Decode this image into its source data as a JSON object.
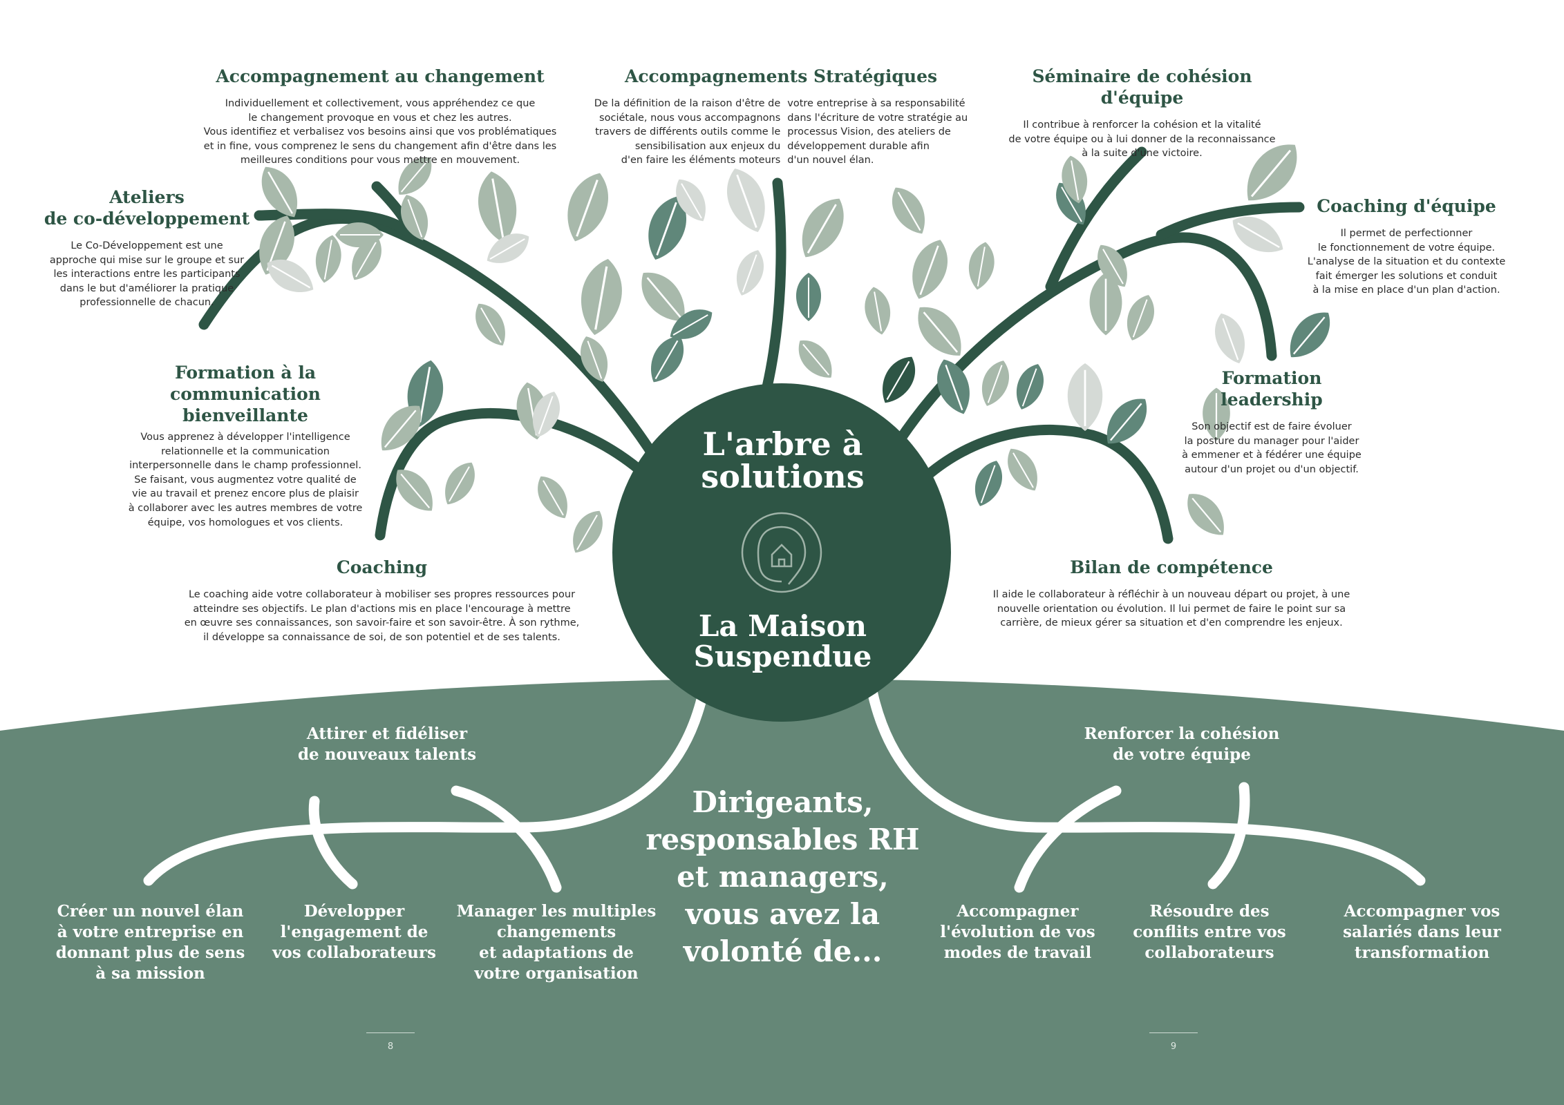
{
  "colors": {
    "dark_green": "#2e5545",
    "ground_green": "#658777",
    "leaf_light": "#a8b9ab",
    "leaf_mid": "#60877a",
    "leaf_pale": "#d5dad6",
    "white": "#ffffff"
  },
  "center": {
    "title": "L'arbre à\nsolutions",
    "logo_icon": "house-spiral-logo-icon",
    "brand": "La Maison\nSuspendue"
  },
  "services": {
    "changement": {
      "title": "Accompagnement au changement",
      "text": "Individuellement et collectivement, vous appréhendez ce que\nle changement provoque en vous et chez les autres.\nVous identifiez et verbalisez vos besoins ainsi que vos problématiques\net in fine, vous comprenez le sens du changement afin d'être dans les\nmeilleures conditions pour vous mettre en mouvement."
    },
    "strategiques": {
      "title": "Accompagnements Stratégiques",
      "text_left": "De la définition de la raison d'être de\nsociétale, nous vous accompagnons\ntravers de différents outils comme le\nsensibilisation aux enjeux du\nd'en faire les éléments moteurs",
      "text_right": "votre entreprise à sa responsabilité\ndans l'écriture de votre stratégie au\nprocessus Vision, des ateliers de\ndéveloppement durable afin\nd'un nouvel élan."
    },
    "seminaire": {
      "title": "Séminaire de cohésion d'équipe",
      "text": "Il contribue à renforcer la cohésion et la vitalité\nde votre équipe ou à lui donner de la reconnaissance\nà la suite d'une victoire."
    },
    "ateliers": {
      "title": "Ateliers\nde co-développement",
      "text": "Le Co-Développement est une\napproche qui mise sur le groupe et sur\nles interactions entre les participants\ndans le but d'améliorer la pratique\nprofessionnelle de chacun."
    },
    "coaching_equipe": {
      "title": "Coaching d'équipe",
      "text": "Il permet de perfectionner\nle fonctionnement de votre équipe.\nL'analyse de la situation et du contexte\nfait émerger les solutions et conduit\nà la mise en place d'un plan d'action."
    },
    "communication": {
      "title": "Formation à la\ncommunication bienveillante",
      "text": "Vous apprenez à développer l'intelligence\nrelationnelle et la communication\ninterpersonnelle dans le champ professionnel.\nSe faisant, vous augmentez votre qualité de\nvie au travail et prenez encore plus de plaisir\nà collaborer avec les autres membres de votre\néquipe, vos homologues et vos clients."
    },
    "leadership": {
      "title": "Formation leadership",
      "text": "Son objectif est de faire évoluer\nla posture du manager pour l'aider\nà emmener et à fédérer une équipe\nautour d'un projet ou d'un objectif."
    },
    "coaching": {
      "title": "Coaching",
      "text": "Le coaching aide votre collaborateur à mobiliser ses propres ressources pour\natteindre ses objectifs. Le plan d'actions mis en place l'encourage à mettre\nen œuvre ses connaissances, son savoir-faire et son savoir-être. À son rythme,\nil développe sa connaissance de soi, de son potentiel et de ses talents."
    },
    "bilan": {
      "title": "Bilan de compétence",
      "text": "Il aide le collaborateur à réfléchir à un nouveau départ ou projet, à une\nnouvelle orientation ou évolution. Il lui permet de faire le point sur sa\ncarrière, de mieux gérer sa situation et d'en comprendre les enjeux."
    }
  },
  "audience": "Dirigeants,\nresponsables RH\net managers,\nvous avez la\nvolonté de...",
  "goals": {
    "attirer": "Attirer et fidéliser\nde nouveaux talents",
    "renforcer": "Renforcer la cohésion\nde votre équipe",
    "creer": "Créer un nouvel élan\nà votre entreprise en\ndonnant plus de sens\nà sa mission",
    "developper": "Développer\nl'engagement de\nvos collaborateurs",
    "manager": "Manager les multiples\nchangements\net adaptations de\nvotre organisation",
    "evolution": "Accompagner\nl'évolution de vos\nmodes de travail",
    "conflits": "Résoudre des\nconflits entre vos\ncollaborateurs",
    "salaries": "Accompagner vos\nsalariés dans leur\ntransformation"
  },
  "pages": {
    "left": "8",
    "right": "9"
  }
}
